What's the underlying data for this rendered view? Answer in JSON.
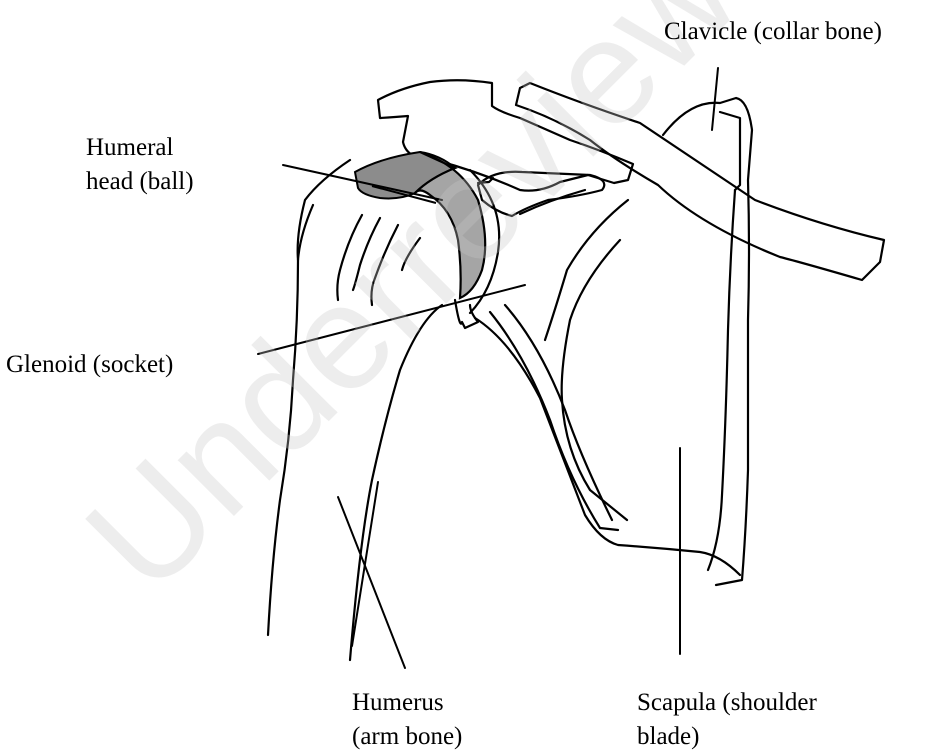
{
  "labels": {
    "clavicle": "Clavicle (collar bone)",
    "humeral_head": [
      "Humeral",
      "head (ball)"
    ],
    "glenoid": "Glenoid (socket)",
    "humerus": [
      "Humerus",
      "(arm bone)"
    ],
    "scapula": [
      "Scapula (shoulder",
      "blade)"
    ]
  },
  "watermark": "Underreview",
  "colors": {
    "line": "#000000",
    "humeral_head_fill": "#8c8c8c",
    "glenoid_fill": "#a5a5a5",
    "watermark": "#c8c8c8"
  }
}
